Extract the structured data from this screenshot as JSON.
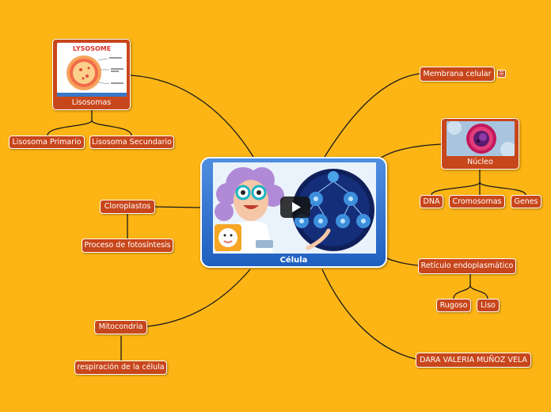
{
  "central": {
    "label": "Célula",
    "play_icon": "play-icon"
  },
  "nodes": {
    "lisosomas": "Lisosomas",
    "lisosoma_primario": "Lisosoma Primario",
    "lisosoma_secundario": "Lisosoma Secundario",
    "cloroplastos": "Cloroplastos",
    "proceso_fotosintesis": "Proceso de fotosíntesis",
    "mitocondria": "Mitocondria",
    "respiracion": "respiración de la célula",
    "membrana": "Membrana celular",
    "nucleo": "Núcleo",
    "dna": "DNA",
    "cromosomas": "Cromosomas",
    "genes": "Genes",
    "reticulo": "Retículo endoplasmático",
    "rugoso": "Rugoso",
    "liso": "Liso",
    "autor": "DARA VALERIA MUÑOZ VELA"
  },
  "lysosome_image": {
    "title": "LYSOSOME"
  },
  "colors": {
    "background": "#FDB515",
    "node": "#C8461B",
    "central": "#2F6FD0",
    "lines": "#1a1a1a"
  }
}
